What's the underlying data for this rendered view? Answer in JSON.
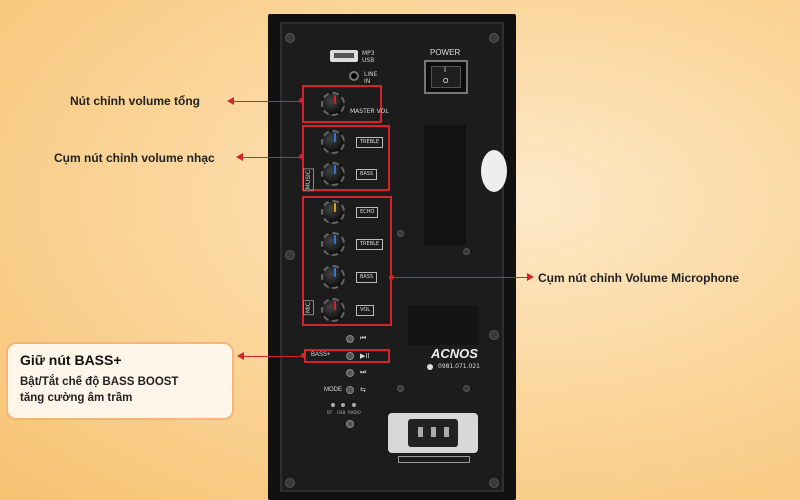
{
  "annotations": {
    "master_volume": "Nút chỉnh volume tổng",
    "music_volume": "Cụm nút chỉnh volume nhạc",
    "mic_volume": "Cụm nút chỉnh Volume Microphone"
  },
  "panel": {
    "usb_label_1": "MP3",
    "usb_label_2": "USB",
    "line_in_1": "LINE",
    "line_in_2": "IN",
    "power_label": "POWER",
    "power_on": "I",
    "power_off": "O",
    "master_vol_label": "MASTER VOL",
    "music_group_label": "MUSIC",
    "music_knobs": [
      "TREBLE",
      "BASS"
    ],
    "mic_group_label": "MIC",
    "mic_knobs": [
      "ECHO",
      "TREBLE",
      "BASS",
      "VOL"
    ],
    "bass_plus_label": "BASS+",
    "mode_label": "MODE",
    "indicators": [
      "BT",
      "USB",
      "RADIO"
    ],
    "brand": "ACNOS",
    "hotline": "0981.071.021"
  },
  "info_box": {
    "title": "Giữ nút BASS+",
    "line1": "Bật/Tắt chế độ BASS BOOST",
    "line2": "tăng cường âm trầm"
  },
  "colors": {
    "accent": "#d6222d",
    "knob_indicators": [
      "#d6222d",
      "#2d7bd6",
      "#2d7bd6",
      "#e0a21c",
      "#2d7bd6",
      "#2d7bd6",
      "#d6222d"
    ]
  }
}
